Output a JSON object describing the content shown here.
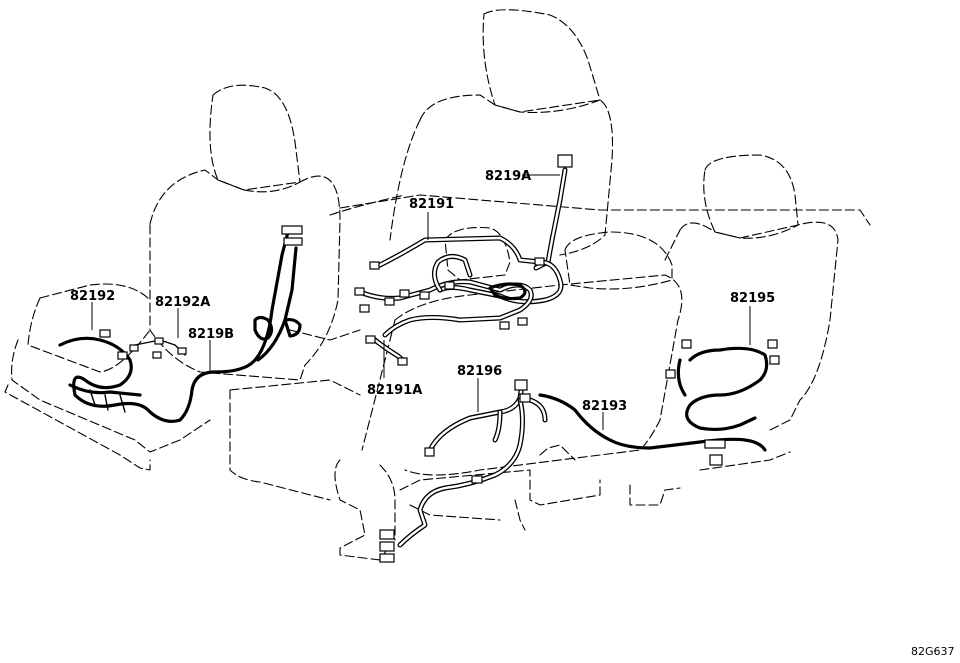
{
  "parts": {
    "p82192": "82192",
    "p82192A": "82192A",
    "p8219B": "8219B",
    "p8219A": "8219A",
    "p82191": "82191",
    "p82191A": "82191A",
    "p82196": "82196",
    "p82193": "82193",
    "p82195": "82195"
  },
  "figure_code": "82G637"
}
